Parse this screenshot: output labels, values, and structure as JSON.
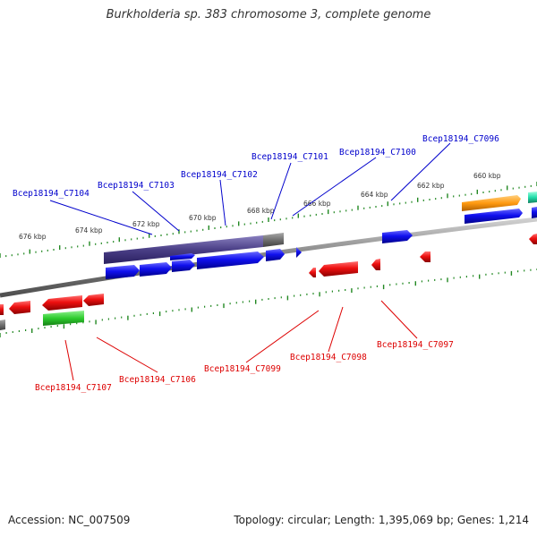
{
  "title": "Burkholderia sp. 383 chromosome 3, complete genome",
  "footer": {
    "accession": "Accession: NC_007509",
    "summary": "Topology: circular; Length: 1,395,069 bp; Genes: 1,214"
  },
  "colors": {
    "forward_gene": "#0a0ae6",
    "reverse_gene": "#e60a0a",
    "forward_label": "#0000cc",
    "reverse_label": "#dd0000",
    "scale_tick": "#228822",
    "backbone": "#808080",
    "operon_overlay": "#4a3f86",
    "orange_gene": "#ff9a10",
    "green_gene": "#2ecc2e",
    "grey_gene": "#707070",
    "teal_gene": "#22ddaa"
  },
  "scale_labels": [
    "676 kbp",
    "674 kbp",
    "672 kbp",
    "670 kbp",
    "668 kbp",
    "666 kbp",
    "664 kbp",
    "662 kbp",
    "660 kbp"
  ],
  "forward_genes": [
    "Bcep18194_C7104",
    "Bcep18194_C7103",
    "Bcep18194_C7102",
    "Bcep18194_C7101",
    "Bcep18194_C7100",
    "Bcep18194_C7096"
  ],
  "reverse_genes": [
    "Bcep18194_C7107",
    "Bcep18194_C7106",
    "Bcep18194_C7099",
    "Bcep18194_C7098",
    "Bcep18194_C7097"
  ]
}
